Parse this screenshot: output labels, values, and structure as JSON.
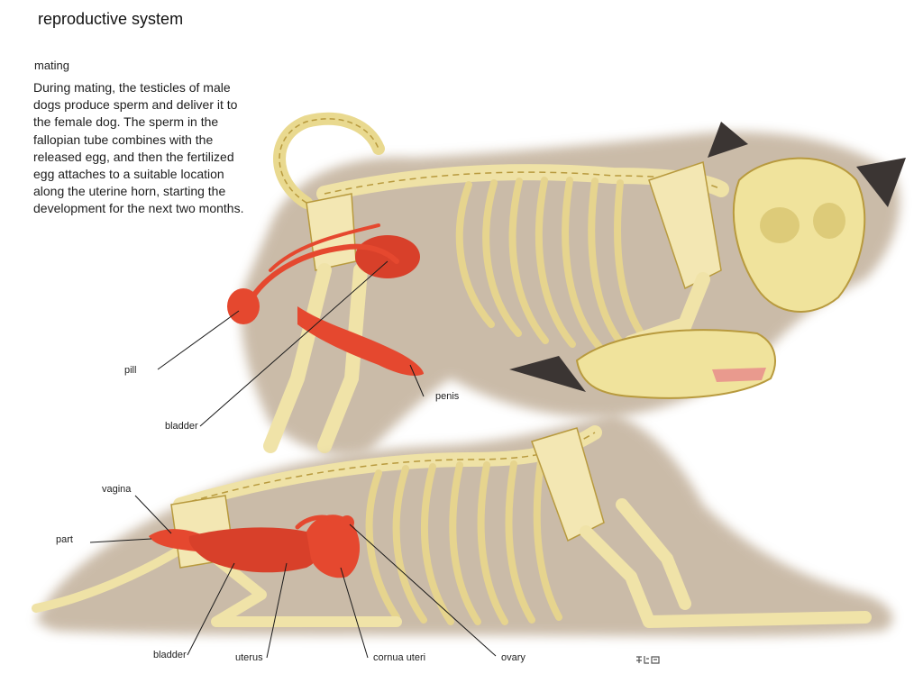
{
  "header": {
    "title": "reproductive system"
  },
  "section": {
    "heading": "mating",
    "description": "During mating, the testicles of male dogs produce sperm and deliver it to the female dog. The sperm in the fallopian tube combines with the released egg, and then the fertilized egg attaches to a suitable location along the uterine horn, starting the development for the next two months."
  },
  "labels": {
    "pill": "pill",
    "bladder_male": "bladder",
    "penis": "penis",
    "vagina": "vagina",
    "part": "part",
    "bladder_female": "bladder",
    "uterus": "uterus",
    "cornua_uteri": "cornua uteri",
    "ovary": "ovary"
  },
  "colors": {
    "fur": "#b9a58c",
    "bone": "#f2e6ad",
    "bone_stroke": "#b89a3e",
    "organ": "#e5482f",
    "ear": "#3b3533",
    "leader_line": "#1a1a1a"
  }
}
